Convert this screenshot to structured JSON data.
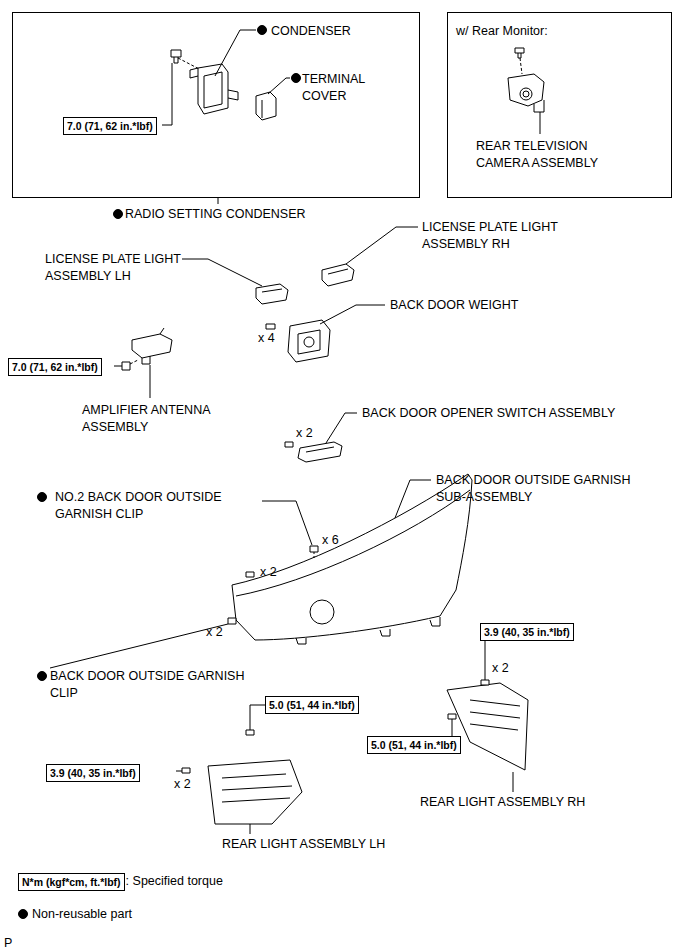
{
  "diagram": {
    "nodes": [
      {
        "text": [
          "CONDENSER",
          "TERMINAL COVER"
        ]
      },
      {
        "text": [
          "7.0 (71, 62 in.*lbf)"
        ],
        "in": 0
      },
      {
        "text": [
          "w/ Rear Monitor:",
          "REAR TELEVISION CAMERA ASSEMBLY"
        ]
      },
      {
        "text": [
          "7.0 (71, 62 in.*lbf)"
        ]
      },
      {
        "text": [
          "3.9 (40, 35 in.*lbf)"
        ]
      },
      {
        "text": [
          "5.0 (51, 44 in.*lbf)"
        ]
      },
      {
        "text": [
          "5.0 (51, 44 in.*lbf)"
        ]
      },
      {
        "text": [
          "3.9 (40, 35 in.*lbf)"
        ]
      },
      {
        "text": [
          "N*m (kgf*cm, ft.*lbf)"
        ]
      }
    ],
    "labels": [
      "RADIO SETTING CONDENSER",
      "LICENSE PLATE LIGHT ASSEMBLY RH",
      "LICENSE PLATE LIGHT ASSEMBLY LH",
      "BACK DOOR WEIGHT",
      "x 4",
      "AMPLIFIER ANTENNA ASSEMBLY",
      "BACK DOOR OPENER SWITCH ASSEMBLY",
      "x 2",
      "NO.2 BACK DOOR OUTSIDE GARNISH CLIP",
      "BACK DOOR OUTSIDE GARNISH SUB-ASSEMBLY",
      "x 6",
      "x 2",
      "x 2",
      "BACK DOOR OUTSIDE GARNISH CLIP",
      "x 2",
      "REAR LIGHT ASSEMBLY RH",
      "x 2",
      "REAR LIGHT ASSEMBLY LH",
      "P"
    ],
    "legend": [
      {
        "text": ": Specified torque"
      },
      {
        "text": "Non-reusable part"
      }
    ]
  }
}
